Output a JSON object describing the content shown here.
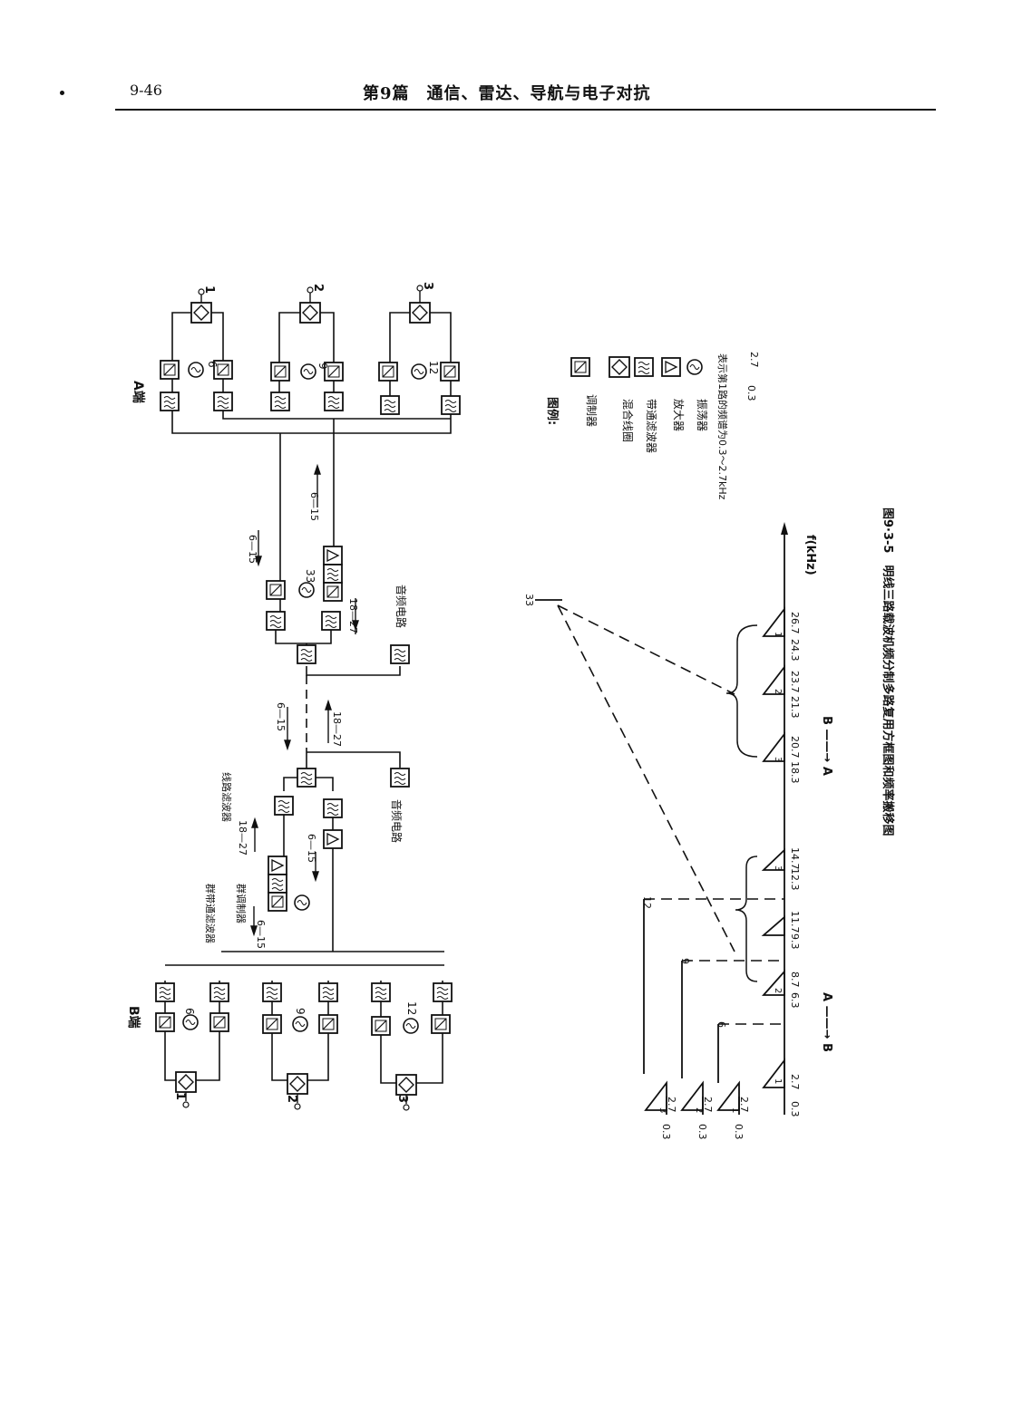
{
  "header": {
    "page_number": "9-46",
    "section_title": "第9篇　通信、雷达、导航与电子对抗"
  },
  "figure": {
    "caption": "图9·3-5　明线三路载波机频分制多路复用方框图和频率搬移图",
    "a_end_label": "A端",
    "b_end_label": "B端",
    "channels": [
      "1",
      "2",
      "3"
    ],
    "carrier_a": [
      "6",
      "9",
      "12"
    ],
    "carrier_b": [
      "6",
      "9",
      "12"
    ],
    "group_osc_freq": "33",
    "band_6_15": "6—15",
    "band_18_27": "18—27",
    "group_mod_label": "群调制器",
    "group_filter_label": "群带通滤波器",
    "line_filter_label": "线路滤波器",
    "audio_circuit_a": "音频电路",
    "audio_circuit_b": "音频电路",
    "legend": {
      "title": "图例:",
      "items": [
        {
          "symbol": "modulator",
          "label": "调制器"
        },
        {
          "symbol": "hybrid",
          "label": "混合线圈"
        },
        {
          "symbol": "bandpass",
          "label": "带通滤波器"
        },
        {
          "symbol": "amplifier",
          "label": "放大器"
        },
        {
          "symbol": "oscillator",
          "label": "振荡器"
        }
      ],
      "spectrum_note": "表示第1路的频谱为0.3～2.7kHz",
      "note_low": "0.3",
      "note_high": "2.7"
    },
    "spectrum": {
      "axis_label": "f(kHz)",
      "ticks_low": [
        "0.3",
        "2.7",
        "6.3",
        "8.7",
        "9.3",
        "11.7",
        "12.3",
        "14.7"
      ],
      "ticks_high": [
        "18.3",
        "20.7",
        "21.3",
        "23.7",
        "24.3",
        "26.7"
      ],
      "dir_ab": "A ——→ B",
      "dir_ba": "B ——→ A",
      "carrier_6": "6",
      "carrier_9": "9",
      "carrier_12": "12",
      "carrier_33": "33",
      "input_low": "0.3",
      "input_high": "2.7"
    }
  }
}
